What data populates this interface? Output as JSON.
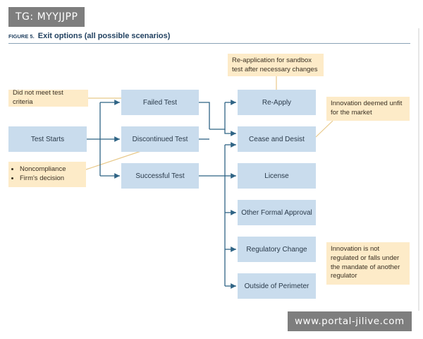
{
  "watermarks": {
    "top_left": "TG: MYYJJPP",
    "bottom_right": "www.portal-jilive.com"
  },
  "figure": {
    "label": "FIGURE 5.",
    "title": "Exit options (all possible scenarios)"
  },
  "start": {
    "label": "Test Starts"
  },
  "outcomes": {
    "failed": "Failed Test",
    "discontinued": "Discontinued Test",
    "successful": "Successful Test"
  },
  "exits": [
    "Re-Apply",
    "Cease and Desist",
    "License",
    "Other Formal Approval",
    "Regulatory Change",
    "Outside of Perimeter"
  ],
  "notes": {
    "failed_reason": "Did not meet test criteria",
    "discontinued_reasons": [
      "Noncompliance",
      "Firm's decision"
    ],
    "reapply_note": "Re-application for sandbox test after necessary changes",
    "cease_note": "Innovation deemed unfit for the market",
    "perimeter_note": "Innovation is not regulated or falls under the mandate of another regulator"
  },
  "colors": {
    "box_fill": "#c9dced",
    "note_fill": "#fdebc8",
    "connector": "#2f6485",
    "note_leader": "#e8c98a",
    "title": "#1f3f5f"
  }
}
